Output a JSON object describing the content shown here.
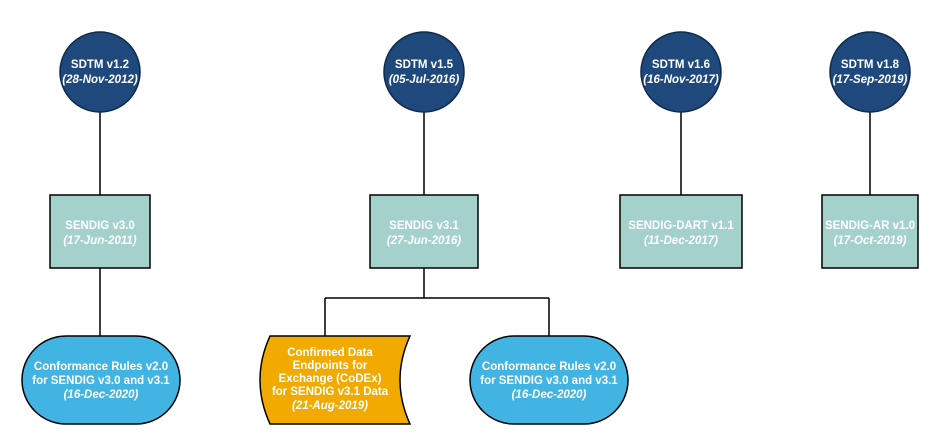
{
  "colors": {
    "sdtm_fill": "#1f497d",
    "sdtm_stroke": "#0f2a4a",
    "sendig_fill": "#a4d1cc",
    "sendig_text": "#ffffff",
    "rules_fill": "#41b4e3",
    "codex_fill": "#f2a900",
    "line": "#000000",
    "text_light": "#ffffff"
  },
  "sdtm": [
    {
      "title": "SDTM v1.2",
      "date": "(28-Nov-2012)"
    },
    {
      "title": "SDTM v1.5",
      "date": "(05-Jul-2016)"
    },
    {
      "title": "SDTM v1.6",
      "date": "(16-Nov-2017)"
    },
    {
      "title": "SDTM v1.8",
      "date": "(17-Sep-2019)"
    }
  ],
  "sendig": [
    {
      "title": "SENDIG v3.0",
      "date": "(17-Jun-2011)"
    },
    {
      "title": "SENDIG v3.1",
      "date": "(27-Jun-2016)"
    },
    {
      "title": "SENDIG-DART v1.1",
      "date": "(11-Dec-2017)"
    },
    {
      "title": "SENDIG-AR v1.0",
      "date": "(17-Oct-2019)"
    }
  ],
  "rules": [
    {
      "line1": "Conformance Rules v2.0",
      "line2": "for SENDIG v3.0  and v3.1",
      "date": "(16-Dec-2020)"
    },
    {
      "line1": "Conformance Rules v2.0",
      "line2": "for SENDIG v3.0  and v3.1",
      "date": "(16-Dec-2020)"
    }
  ],
  "codex": {
    "line1": "Confirmed Data",
    "line2": "Endpoints for",
    "line3": "Exchange (CoDEx)",
    "line4": "for SENDIG v3.1 Data",
    "date": "(21-Aug-2019)"
  }
}
